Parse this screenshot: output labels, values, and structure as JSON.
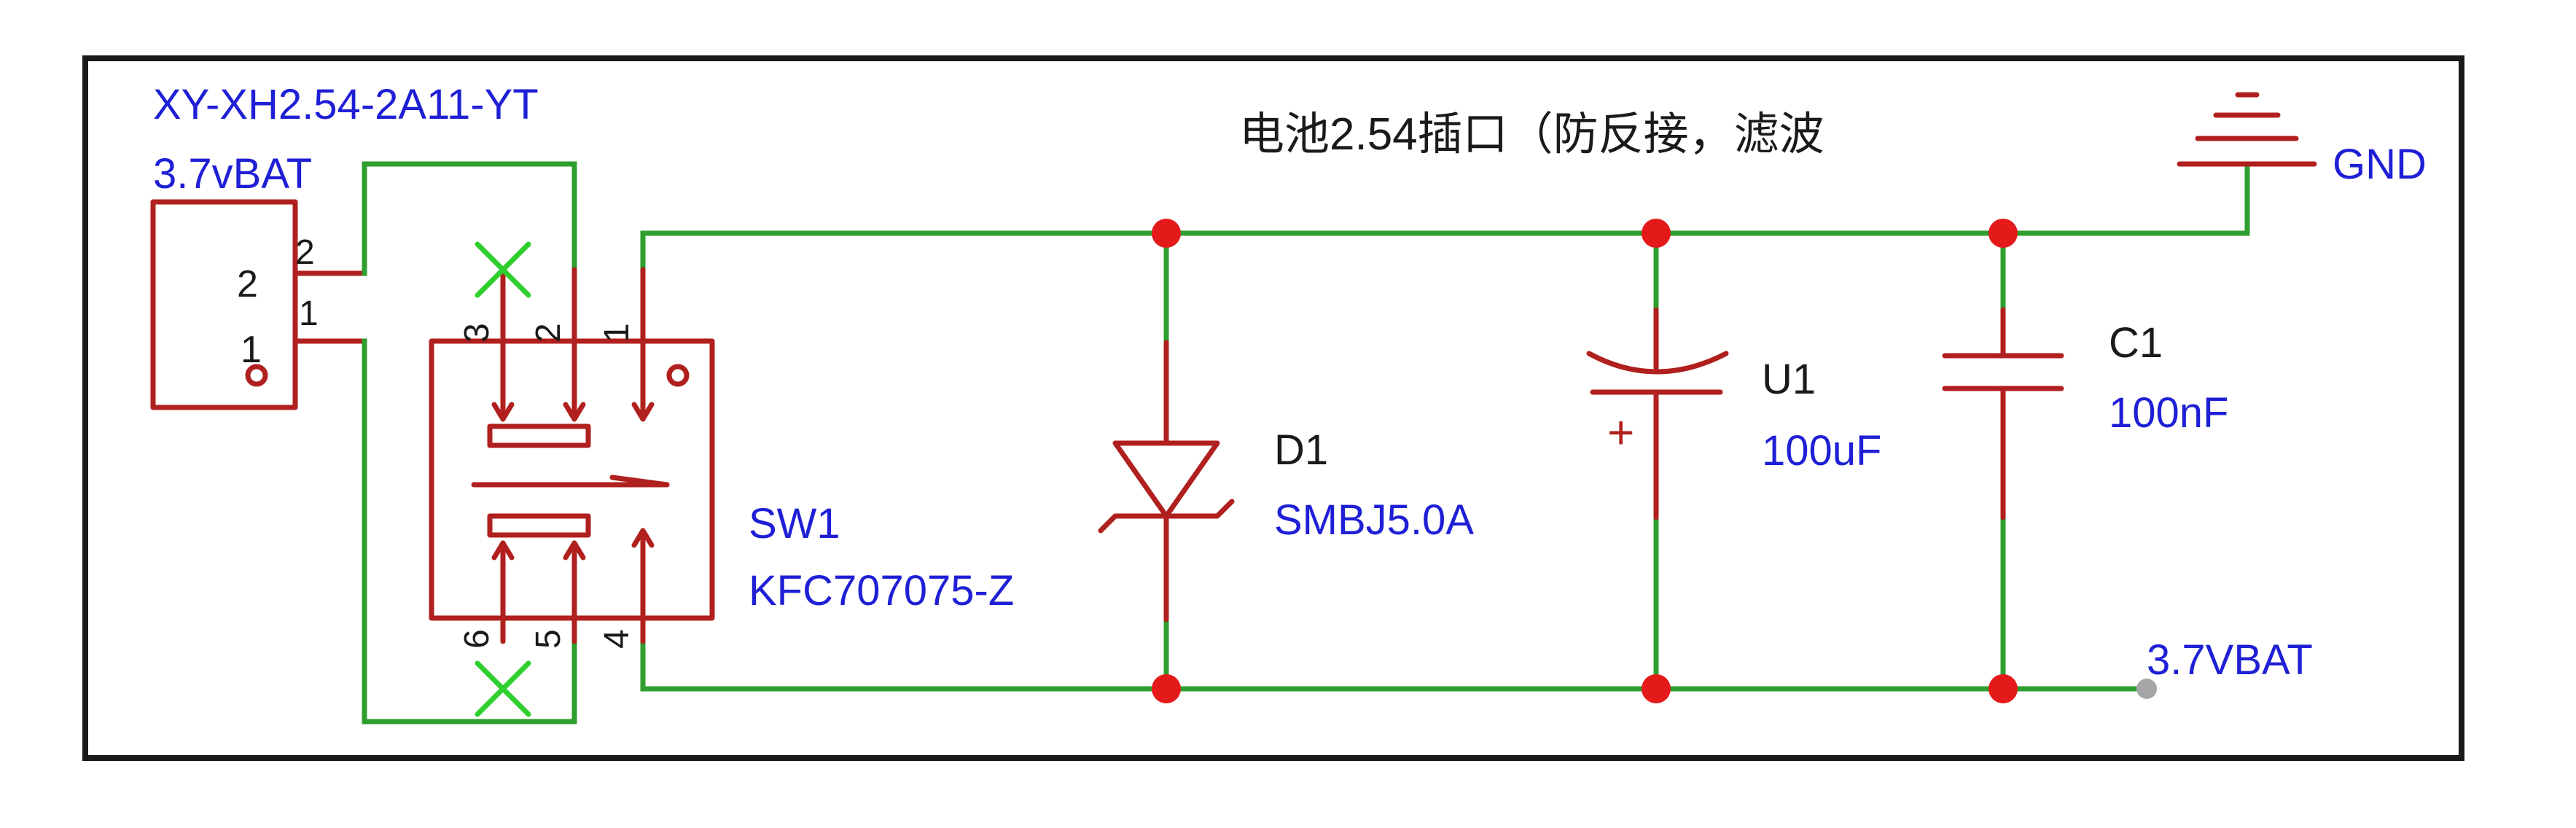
{
  "header": {
    "title": "电池2.54插口（防反接，滤波"
  },
  "connector": {
    "part_number": "XY-XH2.54-2A11-YT",
    "net_label": "3.7vBAT",
    "pins": [
      "2",
      "1"
    ],
    "pin_numbers_outside": [
      "2",
      "1"
    ]
  },
  "switch": {
    "designator": "SW1",
    "value": "KFC707075-Z",
    "pins": [
      "1",
      "2",
      "3",
      "4",
      "5",
      "6"
    ]
  },
  "diode": {
    "designator": "D1",
    "value": "SMBJ5.0A"
  },
  "electrolytic": {
    "designator": "U1",
    "value": "100uF",
    "polarity": "+"
  },
  "capacitor": {
    "designator": "C1",
    "value": "100nF"
  },
  "nets": {
    "ground": "GND",
    "battery": "3.7VBAT"
  },
  "colors": {
    "wire": "#2e9e2e",
    "part": "#b0201e",
    "text": "#1f1fd6",
    "junction": "#e41a1a",
    "no_connect": "#2fcf2f"
  }
}
